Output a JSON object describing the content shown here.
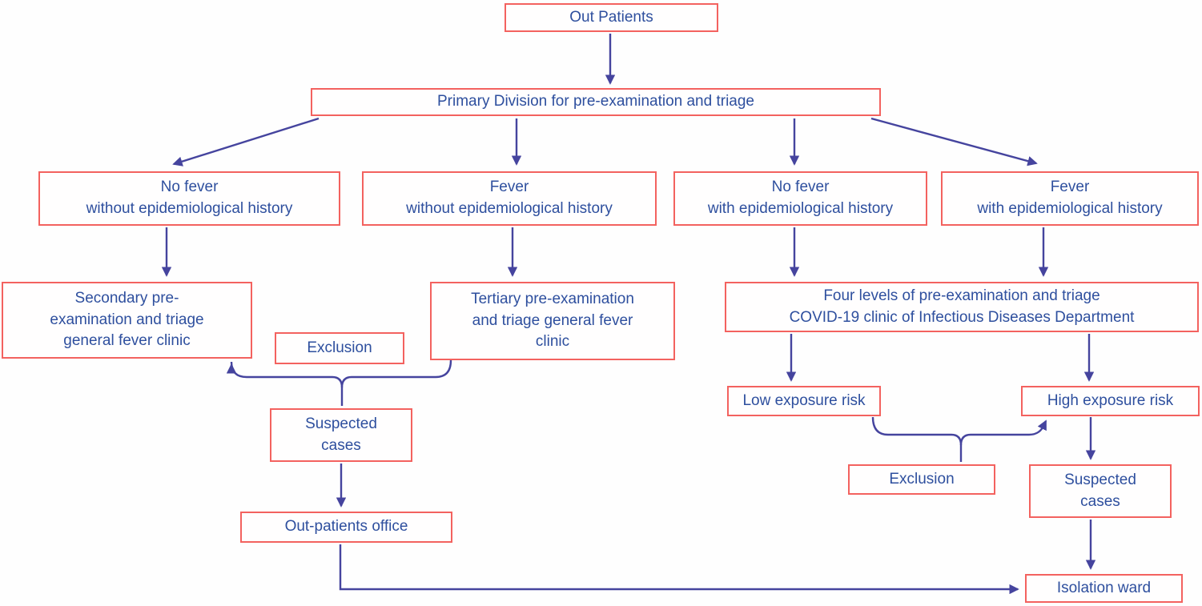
{
  "colors": {
    "box_border": "#f3625f",
    "text": "#2e4f9e",
    "line": "#45449e",
    "bg": "#fefefe"
  },
  "nodes": {
    "out_patients": {
      "label": "Out Patients"
    },
    "primary_division": {
      "label": "Primary Division for pre-examination and triage"
    },
    "no_fever_without": {
      "label": "No fever\nwithout epidemiological history"
    },
    "fever_without": {
      "label": "Fever\nwithout epidemiological history"
    },
    "no_fever_with": {
      "label": "No fever\nwith epidemiological history"
    },
    "fever_with": {
      "label": "Fever\nwith epidemiological history"
    },
    "secondary_clinic": {
      "label": "Secondary pre-\nexamination and triage\ngeneral fever clinic"
    },
    "exclusion_left": {
      "label": "Exclusion"
    },
    "tertiary_clinic": {
      "label": "Tertiary  pre-examination\nand triage general fever\nclinic"
    },
    "four_levels": {
      "label": "Four levels of pre-examination and triage\nCOVID-19 clinic of Infectious Diseases Department"
    },
    "suspected_left": {
      "label": "Suspected\ncases"
    },
    "low_risk": {
      "label": "Low exposure risk"
    },
    "high_risk": {
      "label": "High exposure risk"
    },
    "exclusion_right": {
      "label": "Exclusion"
    },
    "suspected_right": {
      "label": "Suspected\ncases"
    },
    "outpatients_office": {
      "label": "Out-patients office"
    },
    "isolation_ward": {
      "label": "Isolation ward"
    }
  },
  "edges": [
    {
      "from": "out_patients",
      "to": "primary_division"
    },
    {
      "from": "primary_division",
      "to": "no_fever_without"
    },
    {
      "from": "primary_division",
      "to": "fever_without"
    },
    {
      "from": "primary_division",
      "to": "no_fever_with"
    },
    {
      "from": "primary_division",
      "to": "fever_with"
    },
    {
      "from": "no_fever_without",
      "to": "secondary_clinic"
    },
    {
      "from": "fever_without",
      "to": "tertiary_clinic"
    },
    {
      "from": "no_fever_with",
      "to": "four_levels"
    },
    {
      "from": "fever_with",
      "to": "four_levels"
    },
    {
      "from": "tertiary_clinic",
      "to": "suspected_left"
    },
    {
      "from": "suspected_left",
      "to": "secondary_clinic"
    },
    {
      "from": "suspected_left",
      "to": "outpatients_office"
    },
    {
      "from": "outpatients_office",
      "to": "isolation_ward"
    },
    {
      "from": "four_levels",
      "to": "low_risk"
    },
    {
      "from": "four_levels",
      "to": "high_risk"
    },
    {
      "from": "low_risk",
      "to": "high_risk"
    },
    {
      "from": "low_risk",
      "to": "exclusion_right"
    },
    {
      "from": "high_risk",
      "to": "suspected_right"
    },
    {
      "from": "suspected_right",
      "to": "isolation_ward"
    }
  ]
}
